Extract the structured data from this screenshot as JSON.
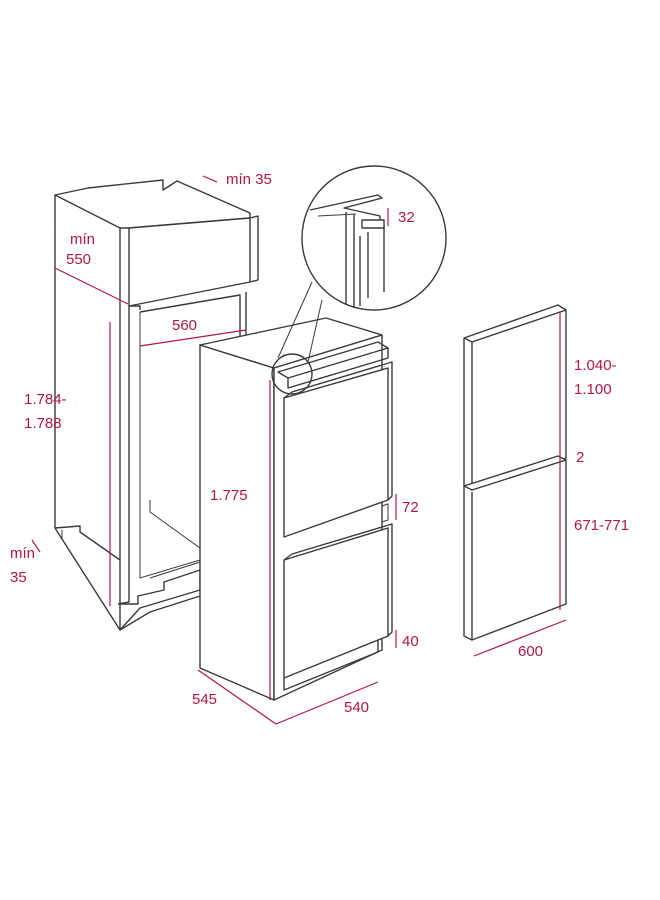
{
  "colors": {
    "dimension": "#b3183f",
    "line": "#3a3a3a",
    "background": "#ffffff"
  },
  "labels": {
    "min35_top": "mín 35",
    "min550_a": "mín",
    "min550_b": "550",
    "w560": "560",
    "h1784_a": "1.784-",
    "h1784_b": "1.788",
    "min35_left_a": "mín",
    "min35_left_b": "35",
    "h1775": "1.775",
    "d545": "545",
    "w540": "540",
    "d32": "32",
    "g72": "72",
    "g40": "40",
    "door_top_a": "1.040-",
    "door_top_b": "1.100",
    "gap2": "2",
    "door_bottom": "671-771",
    "w600": "600"
  }
}
